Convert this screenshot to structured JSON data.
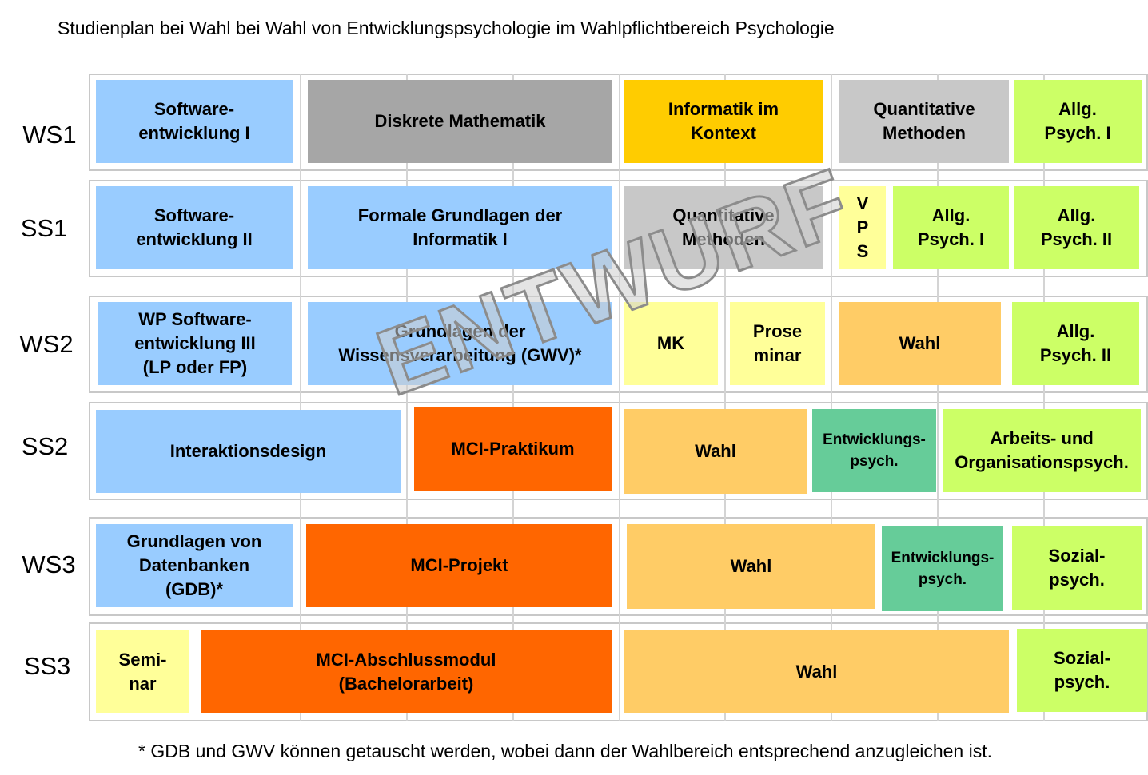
{
  "title": "Studienplan bei Wahl  bei Wahl von Entwicklungspsychologie im Wahlpflichtbereich Psychologie",
  "footnote": "* GDB und GWV können getauscht werden, wobei dann der Wahlbereich entsprechend anzugleichen ist.",
  "watermark": "ENTWURF",
  "colors": {
    "blue": "#99ccff",
    "dark_gray": "#a6a6a6",
    "gold": "#ffcc00",
    "light_gray": "#c8c8c8",
    "lime": "#ccff66",
    "pale_yellow": "#ffff99",
    "orange": "#ff6600",
    "tan": "#ffcc66",
    "green": "#66cc99"
  },
  "semesters": [
    {
      "label": "WS1",
      "modules": [
        "Software-\nentwicklung I",
        "Diskrete Mathematik",
        "Informatik im\nKontext",
        "Quantitative\nMethoden",
        "Allg.\nPsych. I"
      ]
    },
    {
      "label": "SS1",
      "modules": [
        "Software-\nentwicklung II",
        "Formale Grundlagen der\nInformatik I",
        "Quantitative\nMethoden",
        "V\nP\nS",
        "Allg.\nPsych. I",
        "Allg.\nPsych. II"
      ]
    },
    {
      "label": "WS2",
      "modules": [
        "WP Software-\nentwicklung III\n(LP oder FP)",
        "Grundlagen der\nWissensverarbeitung (GWV)*",
        "MK",
        "Prose\nminar",
        "Wahl",
        "Allg.\nPsych. II"
      ]
    },
    {
      "label": "SS2",
      "modules": [
        "Interaktionsdesign",
        "MCI-Praktikum",
        "Wahl",
        "Entwicklungs-\npsych.",
        "Arbeits- und\nOrganisationspsych."
      ]
    },
    {
      "label": "WS3",
      "modules": [
        "Grundlagen von\nDatenbanken\n(GDB)*",
        "MCI-Projekt",
        "Wahl",
        "Entwicklungs-\npsych.",
        "Sozial-\npsych."
      ]
    },
    {
      "label": "SS3",
      "modules": [
        "Semi-\nnar",
        "MCI-Abschlussmodul\n(Bachelorarbeit)",
        "Wahl",
        "Sozial-\npsych."
      ]
    }
  ]
}
